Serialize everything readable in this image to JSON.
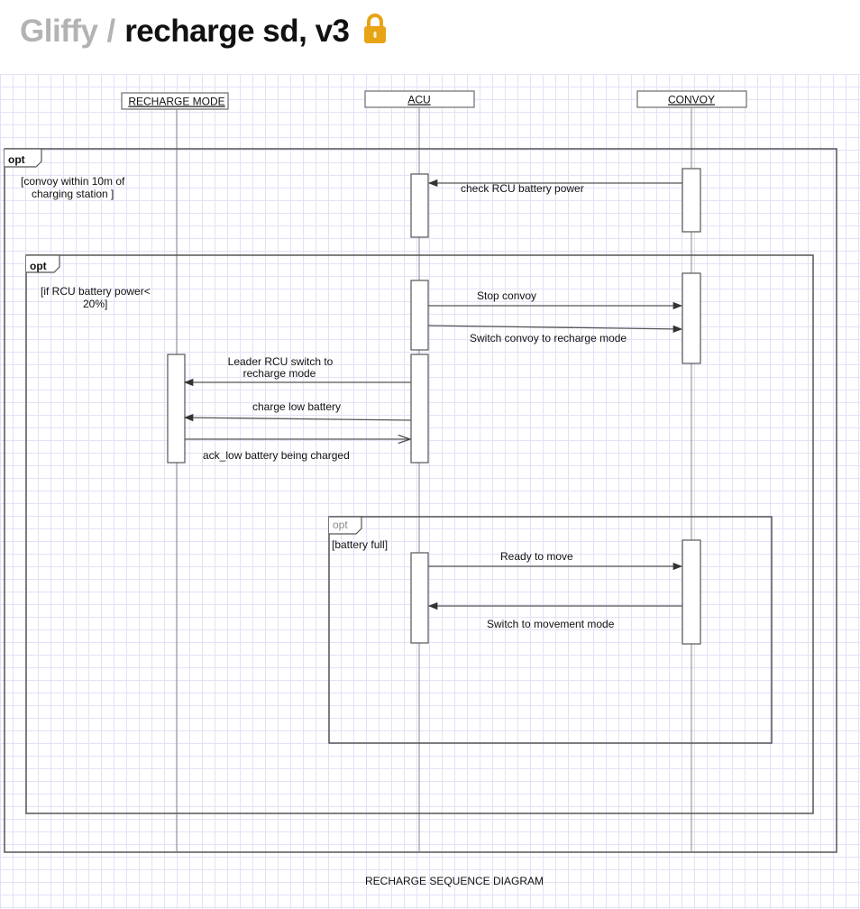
{
  "header": {
    "app_name": "Gliffy",
    "separator": "/",
    "document_title": "recharge sd, v3",
    "lock_icon": "lock-icon",
    "lock_color": "#e8a317"
  },
  "diagram": {
    "participants": {
      "recharge_mode": "RECHARGE MODE",
      "acu": "ACU",
      "convoy": "CONVOY"
    },
    "fragments": {
      "outer": {
        "operator": "opt",
        "guard_line1": "[convoy within 10m of",
        "guard_line2": "charging station ]"
      },
      "middle": {
        "operator": "opt",
        "guard_line1": "[if RCU battery power<",
        "guard_line2": "20%]"
      },
      "inner": {
        "operator": "opt",
        "guard": "[battery full]"
      }
    },
    "messages": {
      "check_power": "check  RCU battery power",
      "stop_convoy": "Stop convoy",
      "switch_convoy": "Switch convoy to recharge mode",
      "leader_switch_line1": "Leader RCU switch to",
      "leader_switch_line2": "recharge mode",
      "charge_low": "charge low battery",
      "ack_low": "ack_low battery being charged",
      "ready_to_move": "Ready to move",
      "switch_movement": "Switch to movement mode"
    },
    "caption": "RECHARGE SEQUENCE DIAGRAM"
  }
}
